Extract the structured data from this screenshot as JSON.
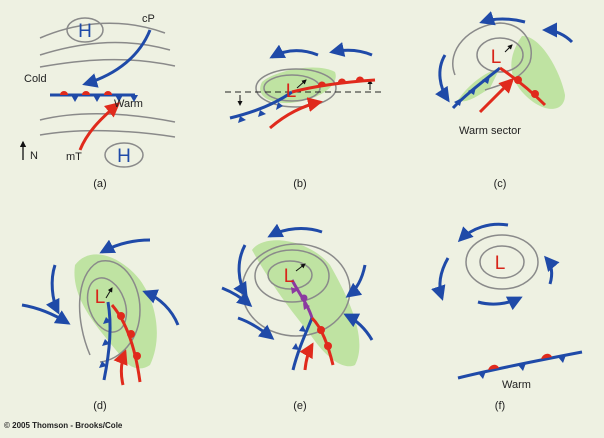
{
  "labels": {
    "high": "H",
    "low": "L",
    "cold": "Cold",
    "warm": "Warm",
    "cp": "cP",
    "mt": "mT",
    "north": "N",
    "warm_sector": "Warm sector"
  },
  "panels": [
    {
      "id": "a",
      "caption": "(a)"
    },
    {
      "id": "b",
      "caption": "(b)"
    },
    {
      "id": "c",
      "caption": "(c)"
    },
    {
      "id": "d",
      "caption": "(d)"
    },
    {
      "id": "e",
      "caption": "(e)"
    },
    {
      "id": "f",
      "caption": "(f)"
    }
  ],
  "copyright": "© 2005 Thomson - Brooks/Cole",
  "colors": {
    "background": "#eef1e2",
    "isobar": "#8a8a8a",
    "cold_air": "#1f4aa8",
    "warm_air": "#e02a1c",
    "warm_sector": "#bfe3a2",
    "occluded": "#8b3aa0",
    "label_blue": "#1f4aa8",
    "label_red": "#d8251a"
  }
}
